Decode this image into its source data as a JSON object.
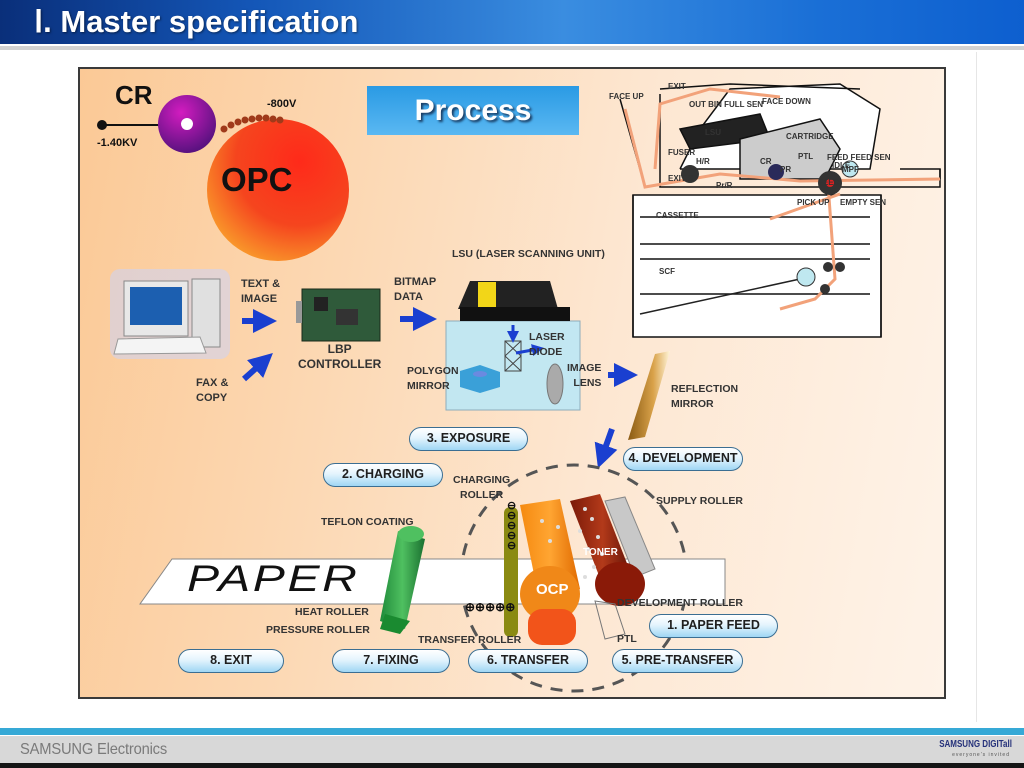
{
  "slide": {
    "title": "Ⅰ. Master specification"
  },
  "diagram": {
    "heading": "Process",
    "charging_inset": {
      "cr_label": "CR",
      "cr_voltage": "-1.40KV",
      "opc_voltage": "-800V",
      "opc_label": "OPC"
    },
    "printer_cross_section": {
      "labels": [
        "FACE UP",
        "EXIT",
        "OUT BIN FULL SEN",
        "FACE DOWN",
        "LSU",
        "CARTRIDGE",
        "FUSER",
        "H/R",
        "PTL",
        "FEED FEED SEN",
        "IDLE",
        "MPF",
        "EXIT S",
        "Pr/R",
        "CR",
        "PR",
        "DR",
        "FEED",
        "PICK UP",
        "EMPTY SEN",
        "CASSETTE",
        "SCF"
      ]
    },
    "data_flow": {
      "text_image": "TEXT &\nIMAGE",
      "fax_copy": "FAX &\nCOPY",
      "lbp_controller": "LBP\nCONTROLLER",
      "bitmap_data": "BITMAP\nDATA",
      "lsu": "LSU (LASER SCANNING UNIT)",
      "laser_diode": "LASER\nDIODE",
      "polygon_mirror": "POLYGON\nMIRROR",
      "image_lens": "IMAGE\nLENS",
      "reflection_mirror": "REFLECTION\nMIRROR"
    },
    "components": {
      "charging_roller": "CHARGING\nROLLER",
      "supply_roller": "SUPPLY ROLLER",
      "teflon_coating": "TEFLON COATING",
      "toner": "TONER",
      "ocp": "OCP",
      "paper": "PAPER",
      "heat_roller": "HEAT ROLLER",
      "pressure_roller": "PRESSURE ROLLER",
      "transfer_roller": "TRANSFER ROLLER",
      "development_roller": "DEVELOPMENT ROLLER",
      "ptl": "PTL",
      "negative_charges": "⊖⊖⊖⊖⊖",
      "positive_charges": "⊕⊕⊕⊕⊕"
    },
    "steps": [
      {
        "label": "1. PAPER FEED"
      },
      {
        "label": "2. CHARGING"
      },
      {
        "label": "3. EXPOSURE"
      },
      {
        "label": "4. DEVELOPMENT"
      },
      {
        "label": "5. PRE-TRANSFER"
      },
      {
        "label": "6. TRANSFER"
      },
      {
        "label": "7. FIXING"
      },
      {
        "label": "8. EXIT"
      }
    ]
  },
  "footer": {
    "brand": "SAMSUNG Electronics",
    "logo": "SAMSUNG DIGITall",
    "tagline": "everyone's invited"
  },
  "colors": {
    "header_blue": "#1457b8",
    "process_blue": "#2a9ae4",
    "opc_red": "#f5321e",
    "cr_purple": "#9a1aa0",
    "footer_cyan": "#36a9d6"
  }
}
